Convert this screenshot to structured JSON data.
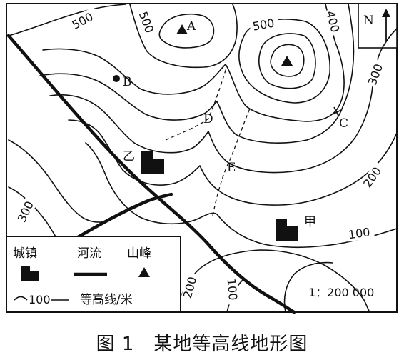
{
  "caption": "图 1　某地等高线地形图",
  "north_label": "N",
  "contour_labels": {
    "top_left_500": "500",
    "peak_a_500": "500",
    "peak2_500": "500",
    "top_right_400": "400",
    "right_300": "300",
    "right_200": "200",
    "bottom_right_100": "100",
    "left_300": "300",
    "bottom_200": "200",
    "bottom_100": "100"
  },
  "points": {
    "a": "A",
    "b": "B",
    "c": "C",
    "d": "D",
    "e": "E"
  },
  "towns": {
    "yi": "乙",
    "jia": "甲"
  },
  "legend": {
    "town_label": "城镇",
    "river_label": "河流",
    "peak_label": "山峰",
    "contour_label": "等高线/米",
    "contour_value": "100"
  },
  "scale": "1：200 000"
}
